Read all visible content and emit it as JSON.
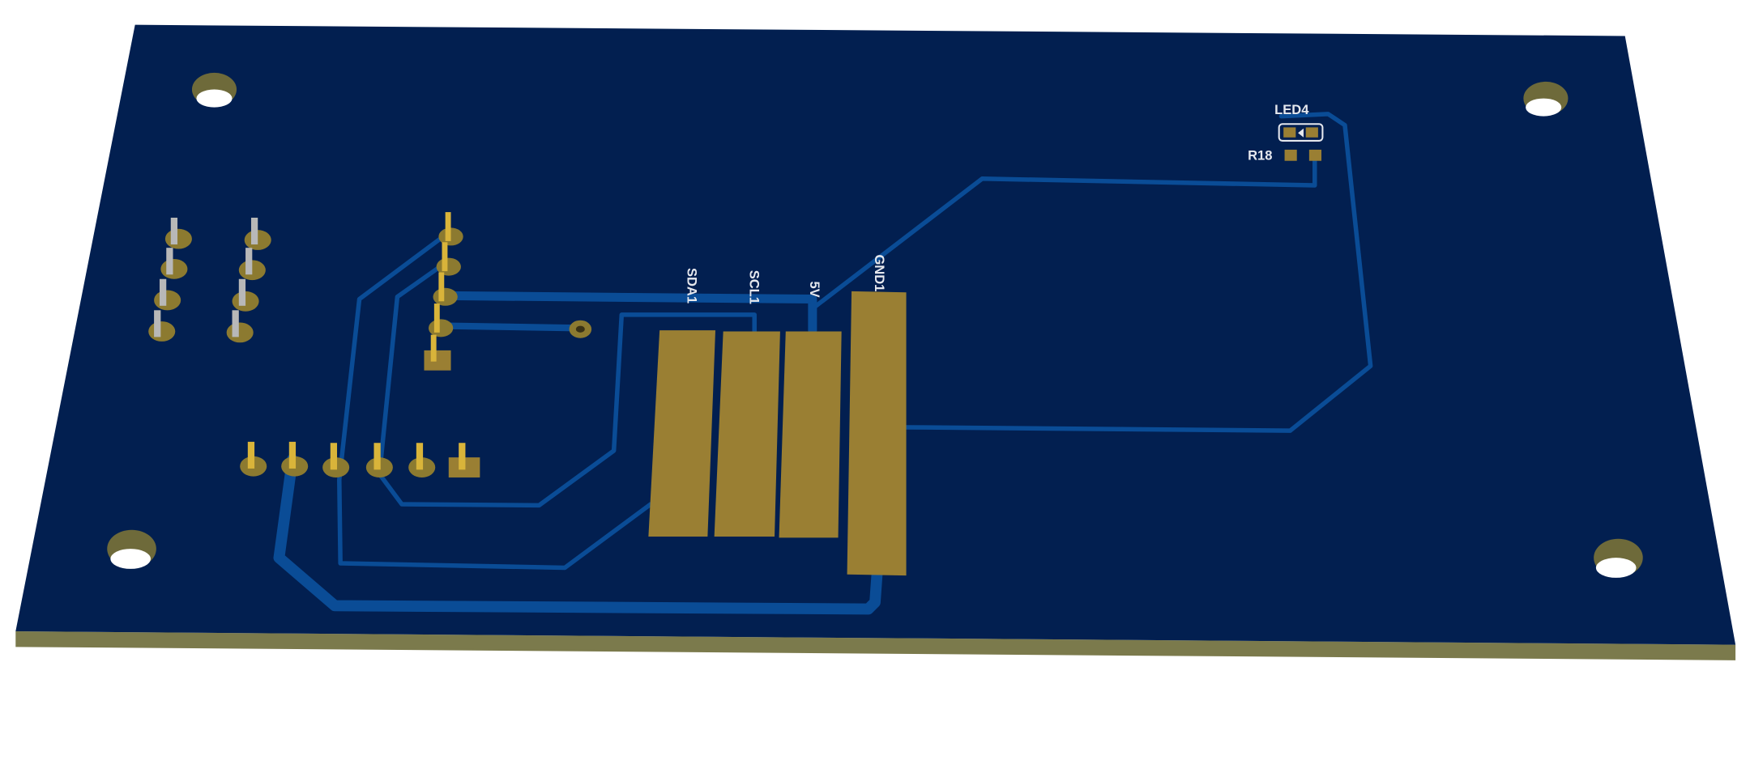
{
  "viewer": {
    "title": "PCB 3D view",
    "labels": {
      "sda": "SDA1",
      "scl": "SCL1",
      "vcc": "5V",
      "gnd": "GND1",
      "led": "LED4",
      "resistor": "R18"
    },
    "colors": {
      "board": "#021f50",
      "board_edge": "#7b7a4c",
      "trace": "#0a4c96",
      "pad": "#9a7f33"
    }
  }
}
